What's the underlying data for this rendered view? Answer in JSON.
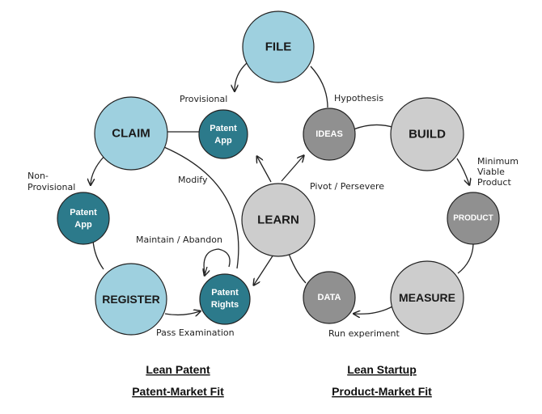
{
  "colors": {
    "light_blue": "#9ed0df",
    "dark_teal": "#2c7a8b",
    "light_gray": "#cdcdcd",
    "dark_gray": "#909090",
    "stroke": "#222222"
  },
  "nodes": {
    "file": "FILE",
    "claim": "CLAIM",
    "patent_app_top": "Patent App",
    "patent_app_left": "Patent App",
    "register": "REGISTER",
    "patent_rights": "Patent Rights",
    "learn": "LEARN",
    "ideas": "IDEAS",
    "build": "BUILD",
    "product": "PRODUCT",
    "measure": "MEASURE",
    "data": "DATA"
  },
  "edge_labels": {
    "provisional": "Provisional",
    "non_provisional": "Non-\nProvisional",
    "modify": "Modify",
    "maintain_abandon": "Maintain / Abandon",
    "pass_examination": "Pass Examination",
    "hypothesis": "Hypothesis",
    "pivot_persevere": "Pivot / Persevere",
    "minimum_viable_product": "Minimum\nViable\nProduct",
    "run_experiment": "Run experiment"
  },
  "captions": {
    "lean_patent": "Lean Patent",
    "patent_market_fit": "Patent-Market Fit",
    "lean_startup": "Lean Startup",
    "product_market_fit": "Product-Market Fit"
  }
}
